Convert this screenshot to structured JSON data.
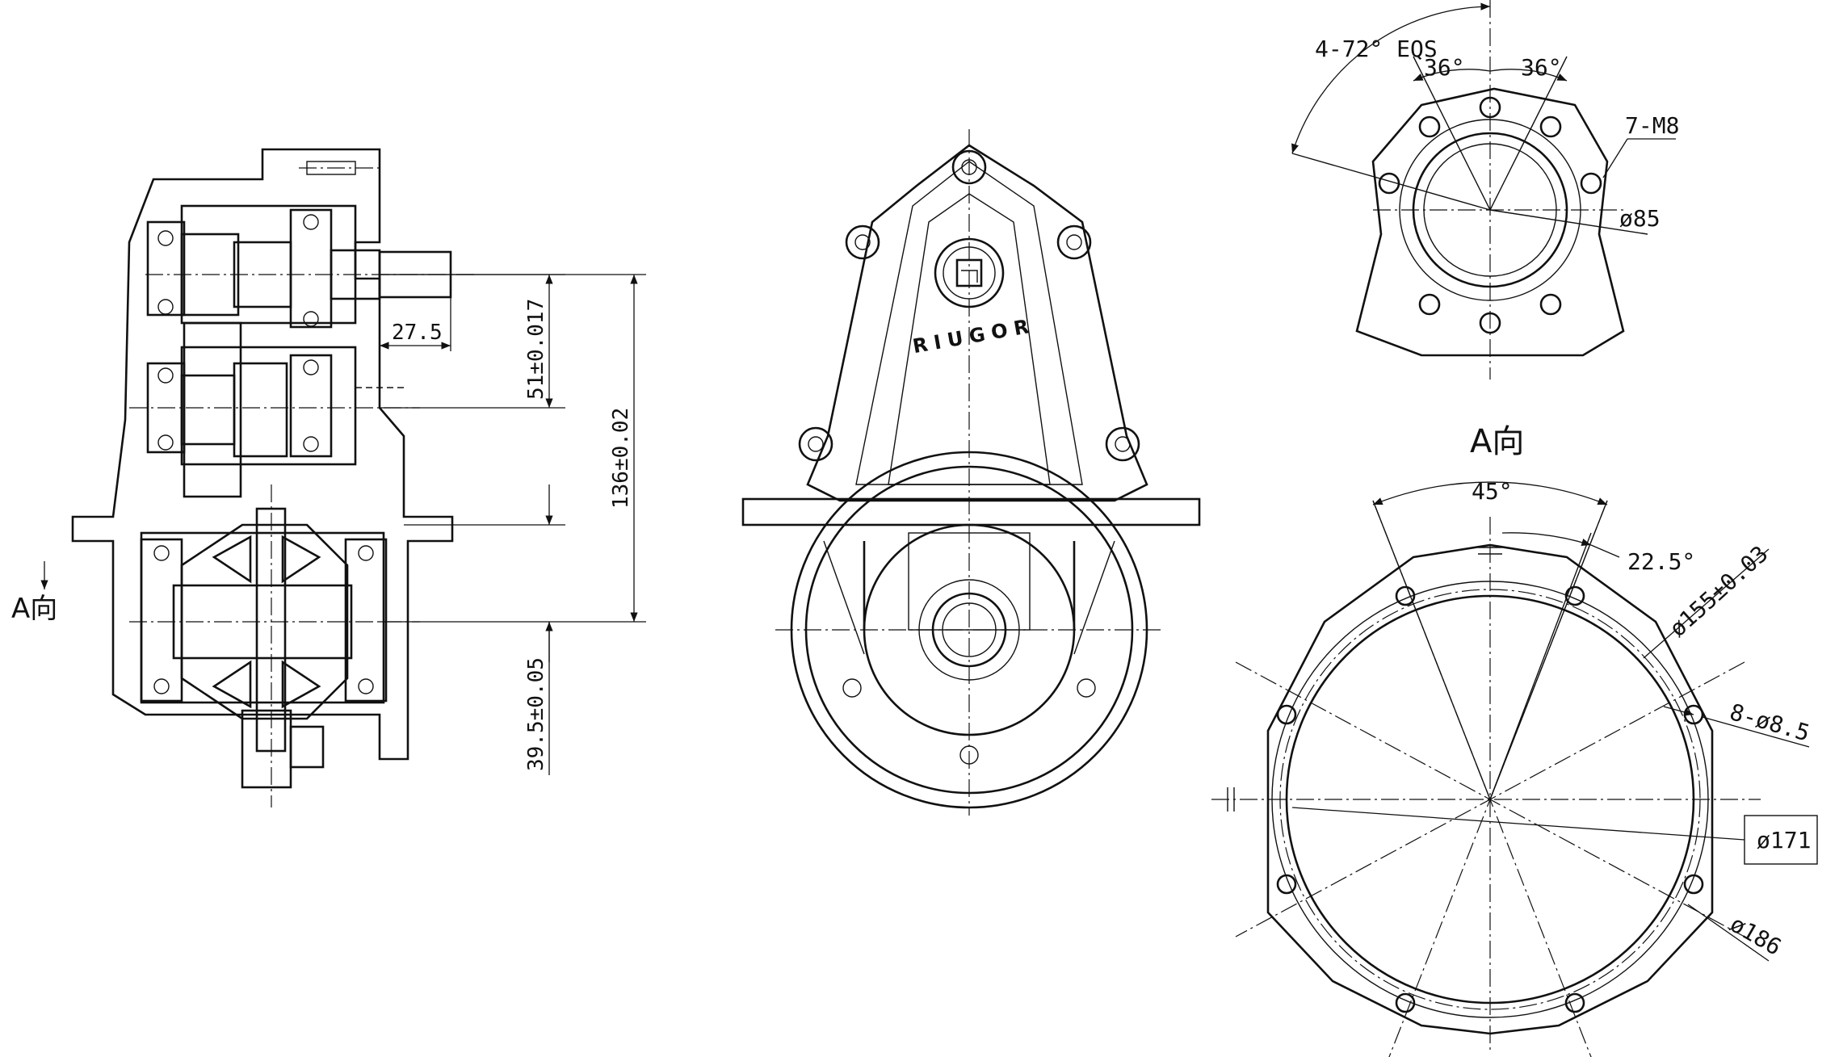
{
  "views": {
    "section": {
      "dim_shaft_length": "27.5",
      "dim_upper": "51±0.017",
      "dim_overall": "136±0.02",
      "dim_lower": "39.5±0.05",
      "view_marker": "A向"
    },
    "front": {
      "brand": "RIUGOR"
    },
    "top_flange": {
      "angle_pattern": "4-72° EQS",
      "angle_left": "36°",
      "angle_right": "36°",
      "thread": "7-M8",
      "bore": "ø85"
    },
    "view_a": {
      "title": "A向",
      "angle_main": "45°",
      "angle_half": "22.5°",
      "pcd": "ø155±0.03",
      "holes": "8-ø8.5",
      "inner": "ø171",
      "outer": "ø186"
    }
  },
  "colors": {
    "line": "#111111",
    "background": "#ffffff"
  }
}
